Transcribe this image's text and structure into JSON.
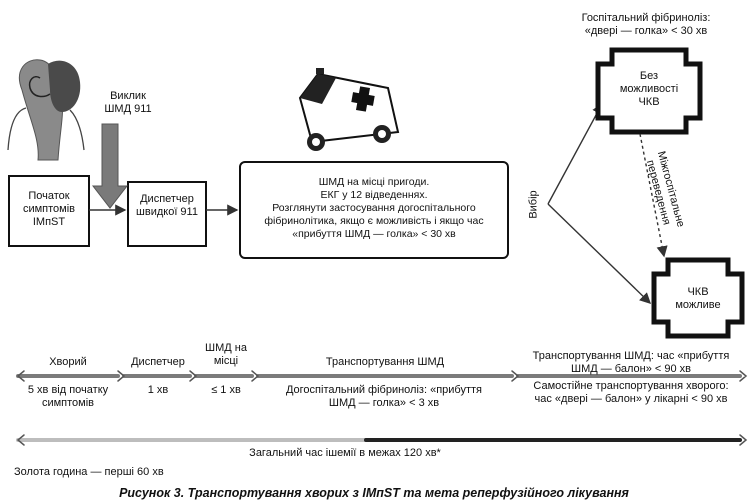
{
  "patient": {
    "onset_box": "Початок симптомів IMпST"
  },
  "call": {
    "label_line1": "Виклик",
    "label_line2": "ШМД 911"
  },
  "dispatcher_box": "Диспетчер швидкої 911",
  "ems_box": {
    "line1": "ШМД на місці пригоди.",
    "line2": "ЕКГ у 12 відведеннях.",
    "line3": "Розглянути застосування догоспітального",
    "line4": "фібринолітика, якщо є можливість і якщо час",
    "line5": "«прибуття ШМД — голка» < 30 хв"
  },
  "choice_label": "Вибір",
  "hospital_fibrinolysis": {
    "line1": "Госпітальний фібриноліз:",
    "line2": "«двері — голка» < 30 хв"
  },
  "no_pci_hospital": "Без можливості ЧКВ",
  "interhospital_transfer": {
    "line1": "Міжгоспітальне",
    "line2": "переведення"
  },
  "pci_hospital": "ЧКВ можливе",
  "timeline": {
    "segments": [
      {
        "title": "Хворий",
        "detail": "5 хв від початку симптомів"
      },
      {
        "title": "Диспетчер",
        "detail": "1 хв"
      },
      {
        "title": "ШМД на місці",
        "detail": "≤ 1 хв"
      },
      {
        "title": "Транспортування ШМД",
        "detail": "Догоспітальний фібриноліз: «прибуття ШМД — голка» < 3 хв"
      }
    ],
    "ems_transport_pci": {
      "line1": "Транспортування ШМД: час «прибуття",
      "line2": "ШМД — балон» < 90 хв"
    },
    "self_transport": {
      "line1": "Самостійне транспортування хворого:",
      "line2": "час «двері — балон» у лікарні < 90 хв"
    },
    "total_ischemia": "Загальний час ішемії в межах 120 хв*",
    "golden_hour": "Золота година — перші 60 хв"
  },
  "caption": "Рисунок 3. Транспортування хворих з IMпST та мета реперфузійного лікування",
  "icons": [
    "patient-figure-icon",
    "ambulance-icon",
    "hospital-cross-icon"
  ]
}
